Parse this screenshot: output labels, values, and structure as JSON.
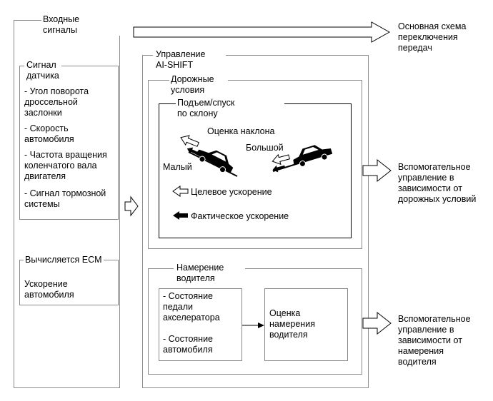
{
  "input": {
    "title": "Входные\nсигналы",
    "sensor_title": "Сигнал\nдатчика",
    "sensor_items": [
      "- Угол поворота\nдроссельной\nзаслонки",
      "- Скорость\nавтомобиля",
      "- Частота вращения\nколенчатого вала\nдвигателя",
      "- Сигнал тормозной\nсистемы"
    ],
    "ecm_title": "Вычисляется ECM",
    "ecm_value": "Ускорение\nавтомобиля"
  },
  "control": {
    "title": "Управление\nAI-SHIFT",
    "road": {
      "title": "Дорожные\nусловия",
      "slope_title": "Подъем/спуск\nпо склону",
      "estimate_label": "Оценка наклона",
      "small_label": "Малый",
      "large_label": "Большой",
      "target_accel": "Целевое ускорение",
      "actual_accel": "Фактическое ускорение"
    },
    "driver": {
      "title": "Намерение\nводителя",
      "states": "- Состояние\nпедали\nакселератора\n\n- Состояние\nавтомобиля",
      "estimate": "Оценка\nнамерения\nводителя"
    }
  },
  "outputs": {
    "main_shift": "Основная схема\nпереключения\nпередач",
    "road_aux": "Вспомогательное\nуправление в\nзависимости от\nдорожных условий",
    "driver_aux": "Вспомогательное\nуправление в\nзависимости от\nнамерения\nводителя"
  },
  "colors": {
    "line": "#8a8a8a",
    "text": "#000000",
    "background": "#ffffff"
  }
}
